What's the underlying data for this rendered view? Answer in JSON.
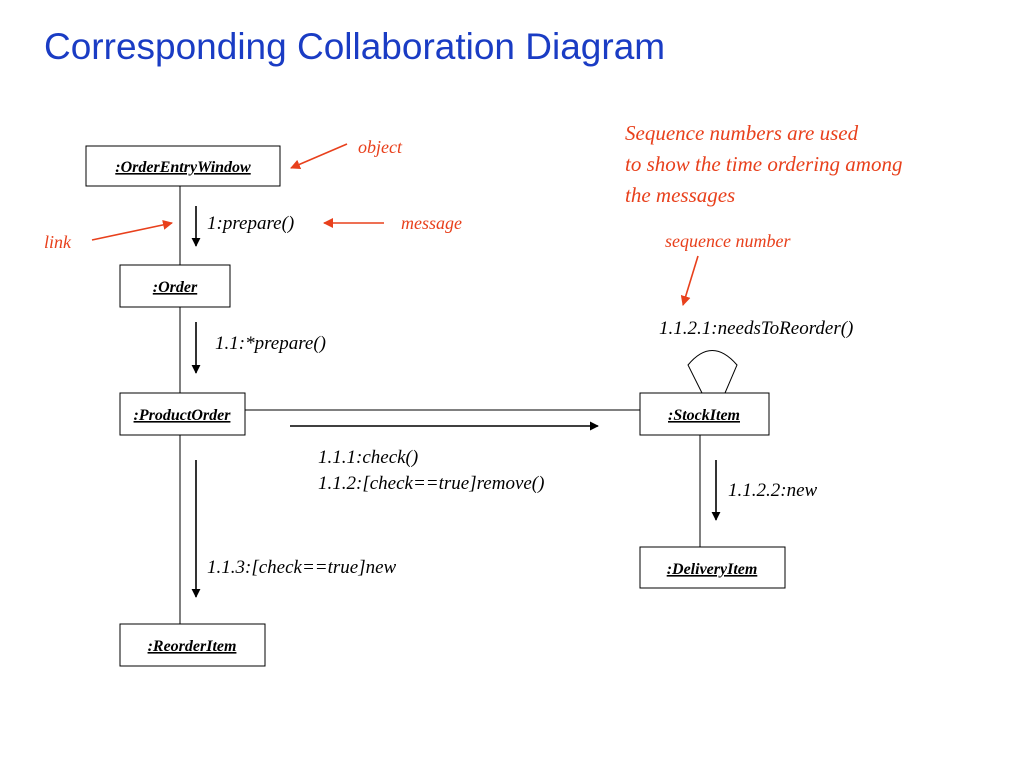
{
  "title": "Corresponding Collaboration Diagram",
  "colors": {
    "title": "#1a3cc4",
    "annotation": "#e8401c",
    "line": "#000000"
  },
  "objects": {
    "order_entry_window": ":OrderEntryWindow",
    "order": ":Order",
    "product_order": ":ProductOrder",
    "stock_item": ":StockItem",
    "delivery_item": ":DeliveryItem",
    "reorder_item": ":ReorderItem"
  },
  "messages": {
    "prepare": "1:prepare()",
    "star_prepare": "1.1:*prepare()",
    "check": "1.1.1:check()",
    "remove": "1.1.2:[check==true]remove()",
    "new_reorder": "1.1.3:[check==true]new",
    "needs_to_reorder": "1.1.2.1:needsToReorder()",
    "new_delivery": "1.1.2.2:new"
  },
  "annotations": {
    "object": "object",
    "message": "message",
    "link": "link",
    "sequence_number": "sequence number",
    "note_lines": [
      "Sequence numbers are used",
      "to show the time ordering among",
      "the messages"
    ]
  }
}
